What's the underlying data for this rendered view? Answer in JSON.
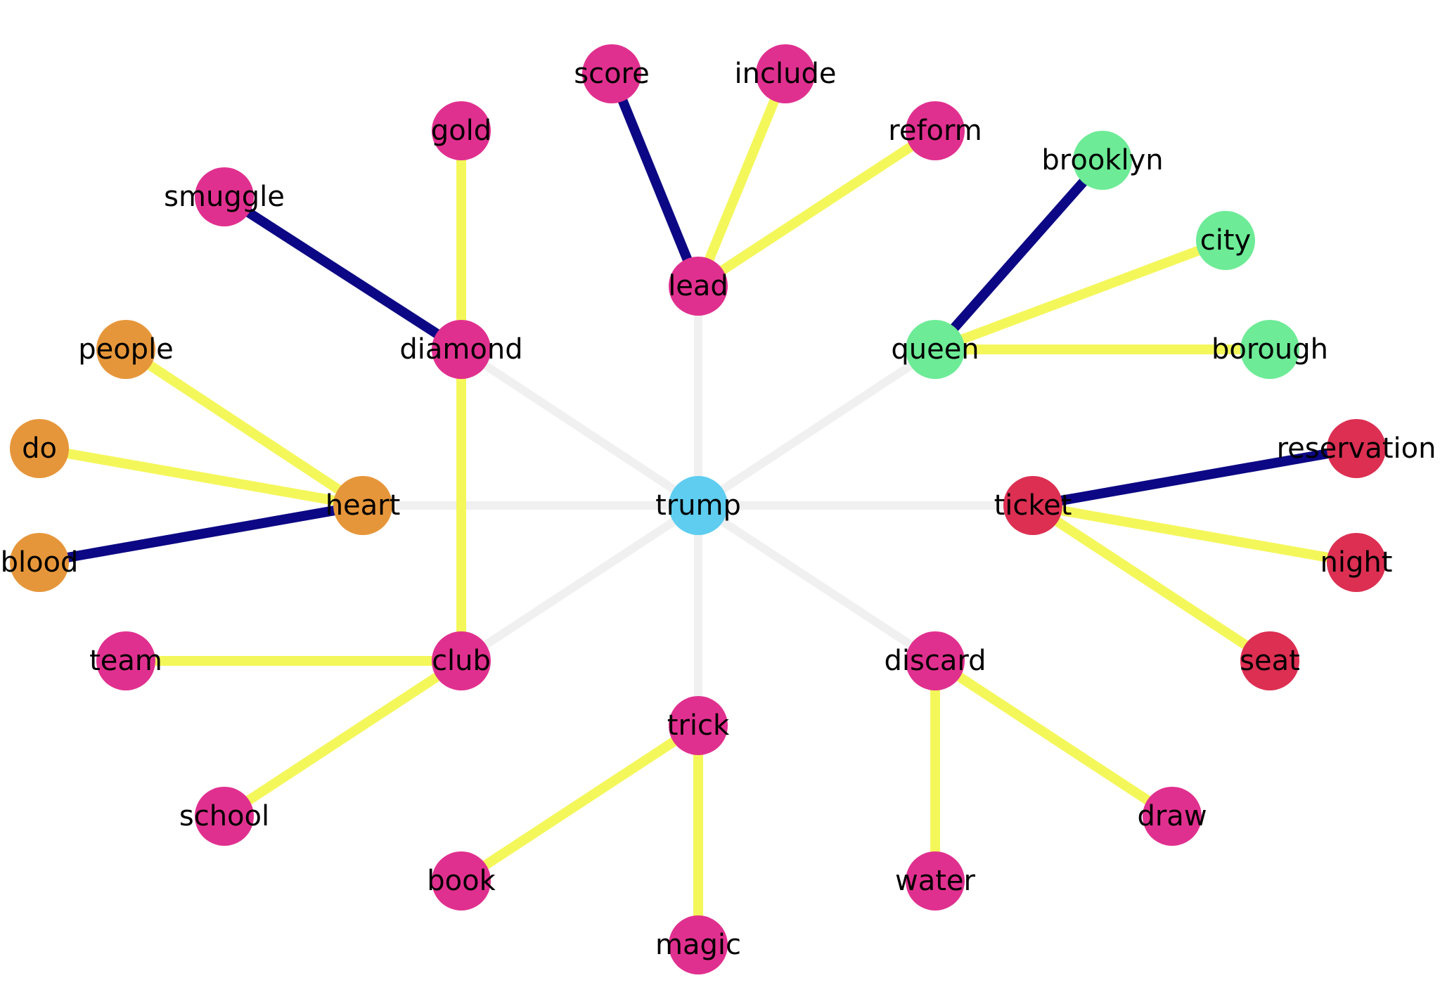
{
  "nodes": [
    {
      "id": "trump",
      "label": "trump",
      "group": "center"
    },
    {
      "id": "lead",
      "label": "lead",
      "group": "magenta"
    },
    {
      "id": "score",
      "label": "score",
      "group": "magenta"
    },
    {
      "id": "include",
      "label": "include",
      "group": "magenta"
    },
    {
      "id": "reform",
      "label": "reform",
      "group": "magenta"
    },
    {
      "id": "queen",
      "label": "queen",
      "group": "green"
    },
    {
      "id": "brooklyn",
      "label": "brooklyn",
      "group": "green"
    },
    {
      "id": "city",
      "label": "city",
      "group": "green"
    },
    {
      "id": "borough",
      "label": "borough",
      "group": "green"
    },
    {
      "id": "ticket",
      "label": "ticket",
      "group": "red"
    },
    {
      "id": "reservation",
      "label": "reservation",
      "group": "red"
    },
    {
      "id": "night",
      "label": "night",
      "group": "red"
    },
    {
      "id": "seat",
      "label": "seat",
      "group": "red"
    },
    {
      "id": "discard",
      "label": "discard",
      "group": "magenta"
    },
    {
      "id": "water",
      "label": "water",
      "group": "magenta"
    },
    {
      "id": "draw",
      "label": "draw",
      "group": "magenta"
    },
    {
      "id": "trick",
      "label": "trick",
      "group": "magenta"
    },
    {
      "id": "book",
      "label": "book",
      "group": "magenta"
    },
    {
      "id": "magic",
      "label": "magic",
      "group": "magenta"
    },
    {
      "id": "club",
      "label": "club",
      "group": "magenta"
    },
    {
      "id": "team",
      "label": "team",
      "group": "magenta"
    },
    {
      "id": "school",
      "label": "school",
      "group": "magenta"
    },
    {
      "id": "heart",
      "label": "heart",
      "group": "orange"
    },
    {
      "id": "people",
      "label": "people",
      "group": "orange"
    },
    {
      "id": "do",
      "label": "do",
      "group": "orange"
    },
    {
      "id": "blood",
      "label": "blood",
      "group": "orange"
    },
    {
      "id": "diamond",
      "label": "diamond",
      "group": "magenta"
    },
    {
      "id": "gold",
      "label": "gold",
      "group": "magenta"
    },
    {
      "id": "smuggle",
      "label": "smuggle",
      "group": "magenta"
    }
  ],
  "edges": [
    {
      "source": "trump",
      "target": "lead",
      "kind": "spoke"
    },
    {
      "source": "trump",
      "target": "queen",
      "kind": "spoke"
    },
    {
      "source": "trump",
      "target": "ticket",
      "kind": "spoke"
    },
    {
      "source": "trump",
      "target": "discard",
      "kind": "spoke"
    },
    {
      "source": "trump",
      "target": "trick",
      "kind": "spoke"
    },
    {
      "source": "trump",
      "target": "club",
      "kind": "spoke"
    },
    {
      "source": "trump",
      "target": "heart",
      "kind": "spoke"
    },
    {
      "source": "trump",
      "target": "diamond",
      "kind": "spoke"
    },
    {
      "source": "lead",
      "target": "score",
      "kind": "strong"
    },
    {
      "source": "lead",
      "target": "include",
      "kind": "weak"
    },
    {
      "source": "lead",
      "target": "reform",
      "kind": "weak"
    },
    {
      "source": "queen",
      "target": "brooklyn",
      "kind": "strong"
    },
    {
      "source": "queen",
      "target": "city",
      "kind": "weak"
    },
    {
      "source": "queen",
      "target": "borough",
      "kind": "weak"
    },
    {
      "source": "ticket",
      "target": "reservation",
      "kind": "strong"
    },
    {
      "source": "ticket",
      "target": "night",
      "kind": "weak"
    },
    {
      "source": "ticket",
      "target": "seat",
      "kind": "weak"
    },
    {
      "source": "discard",
      "target": "water",
      "kind": "weak"
    },
    {
      "source": "discard",
      "target": "draw",
      "kind": "weak"
    },
    {
      "source": "trick",
      "target": "book",
      "kind": "weak"
    },
    {
      "source": "trick",
      "target": "magic",
      "kind": "weak"
    },
    {
      "source": "club",
      "target": "team",
      "kind": "weak"
    },
    {
      "source": "club",
      "target": "school",
      "kind": "weak"
    },
    {
      "source": "club",
      "target": "diamond",
      "kind": "weak"
    },
    {
      "source": "heart",
      "target": "people",
      "kind": "weak"
    },
    {
      "source": "heart",
      "target": "do",
      "kind": "weak"
    },
    {
      "source": "heart",
      "target": "blood",
      "kind": "strong"
    },
    {
      "source": "diamond",
      "target": "gold",
      "kind": "weak"
    },
    {
      "source": "diamond",
      "target": "smuggle",
      "kind": "strong"
    }
  ],
  "colors": {
    "center": "#5ecdef",
    "magenta": "#e0308f",
    "green": "#6deb96",
    "red": "#dc2f52",
    "orange": "#e6963a",
    "edge_spoke": "#f0f0f0",
    "edge_weak": "#f4f75a",
    "edge_strong": "#0c0784"
  }
}
